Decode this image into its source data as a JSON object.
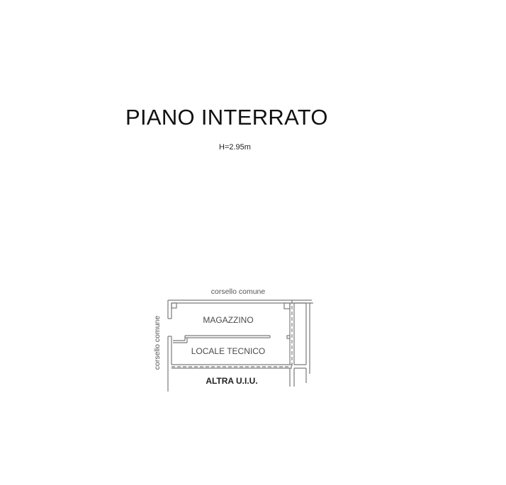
{
  "drawing": {
    "title": "PIANO INTERRATO",
    "height_note": "H=2.95m"
  },
  "plan": {
    "labels": {
      "top_corridor": "corsello comune",
      "left_corridor": "corsello comune",
      "room_storage": "MAGAZZINO",
      "room_technical": "LOCALE TECNICO",
      "other_unit": "ALTRA U.I.U."
    }
  },
  "colors": {
    "background": "#ffffff",
    "text": "#111111",
    "walls": "#7a7a7a"
  }
}
